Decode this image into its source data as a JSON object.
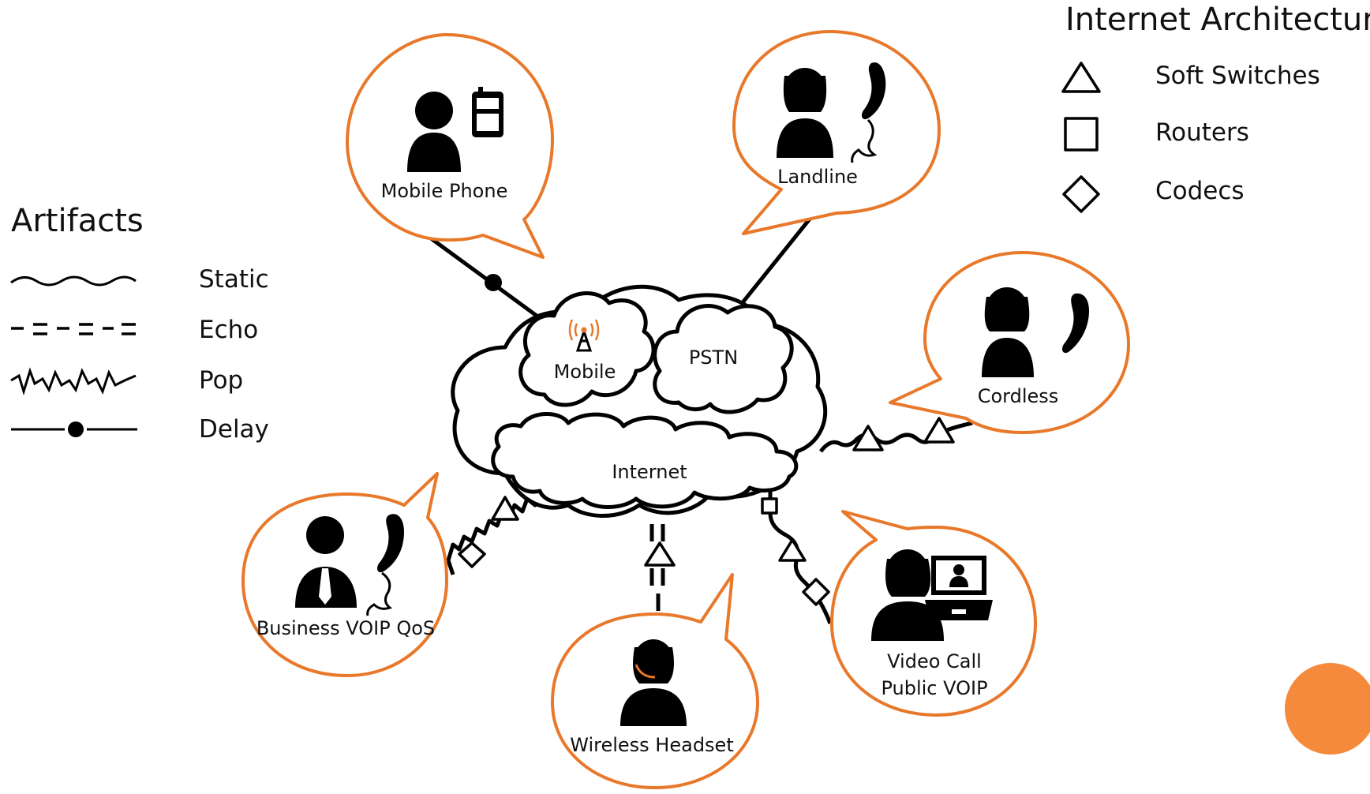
{
  "legends": {
    "artifacts": {
      "title": "Artifacts",
      "items": [
        {
          "label": "Static",
          "icon": "wave-line-icon"
        },
        {
          "label": "Echo",
          "icon": "dash-line-icon"
        },
        {
          "label": "Pop",
          "icon": "zigzag-line-icon"
        },
        {
          "label": "Delay",
          "icon": "dot-line-icon"
        }
      ]
    },
    "architecture": {
      "title": "Internet Architecture",
      "items": [
        {
          "label": "Soft Switches",
          "icon": "triangle-icon"
        },
        {
          "label": "Routers",
          "icon": "square-icon"
        },
        {
          "label": "Codecs",
          "icon": "diamond-icon"
        }
      ]
    }
  },
  "clouds": {
    "mobile": "Mobile",
    "pstn": "PSTN",
    "internet": "Internet"
  },
  "nodes": {
    "mobile_phone": "Mobile Phone",
    "landline": "Landline",
    "cordless": "Cordless",
    "business": "Business VOIP QoS",
    "headset": "Wireless Headset",
    "video_line1": "Video Call",
    "video_line2": "Public VOIP"
  },
  "colors": {
    "accent": "#e8782a",
    "corner_circle": "#f58a3c",
    "ink": "#000000"
  }
}
